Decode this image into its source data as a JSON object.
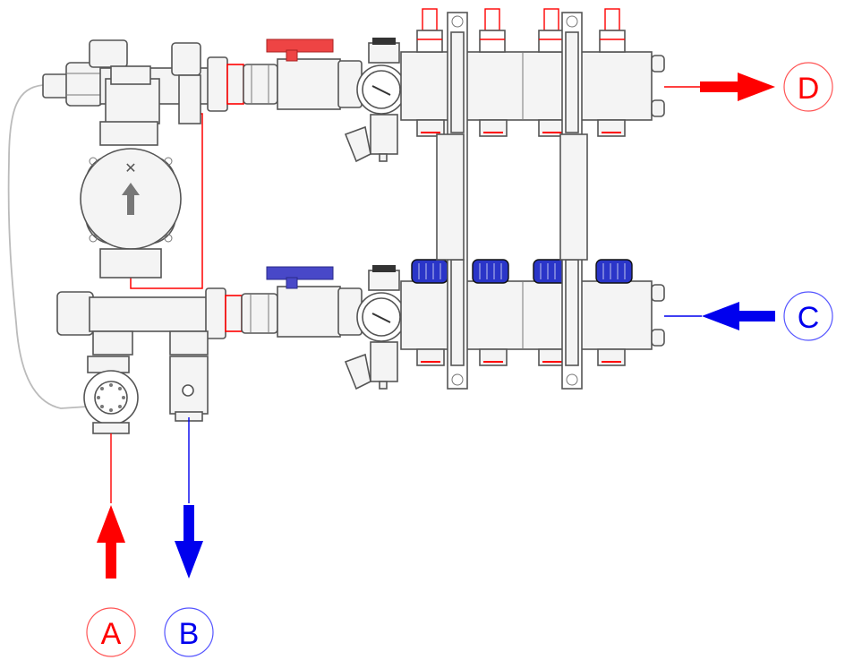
{
  "labels": {
    "supply_in": "A",
    "return_out": "B",
    "return_in": "C",
    "supply_out": "D"
  },
  "colors": {
    "hot": "#ff0000",
    "cold": "#0000ee",
    "hot_handle": "#ee4444",
    "cold_handle": "#4848c8",
    "cap_blue": "#2a35c8",
    "outline": "#555555",
    "cable": "#bbbbbb"
  },
  "icons": {
    "pump_arrow": "up-arrow-icon",
    "pump_logo": "pump-logo-icon"
  }
}
